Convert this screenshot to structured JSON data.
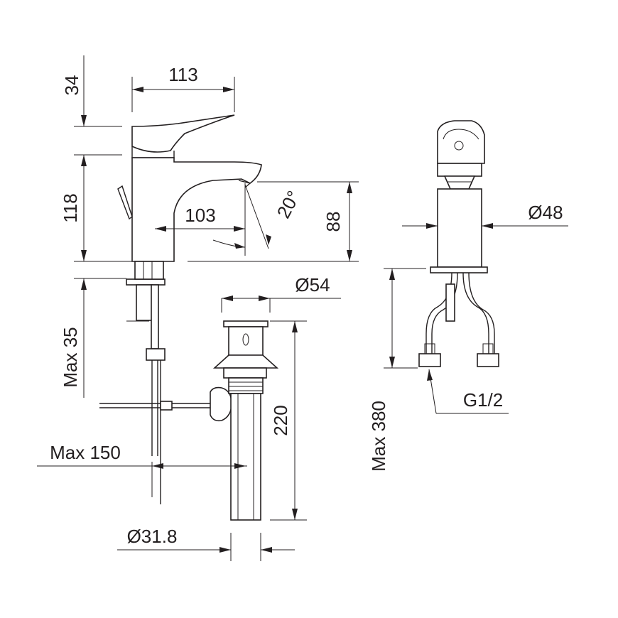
{
  "dimensions": {
    "d34": "34",
    "d113": "113",
    "d118": "118",
    "d103": "103",
    "d20deg": "20°",
    "d88": "88",
    "d48": "Ø48",
    "d54": "Ø54",
    "dmax35": "Max 35",
    "d220": "220",
    "dmax380": "Max 380",
    "dg12": "G1/2",
    "dmax150": "Max 150",
    "d318": "Ø31.8"
  }
}
